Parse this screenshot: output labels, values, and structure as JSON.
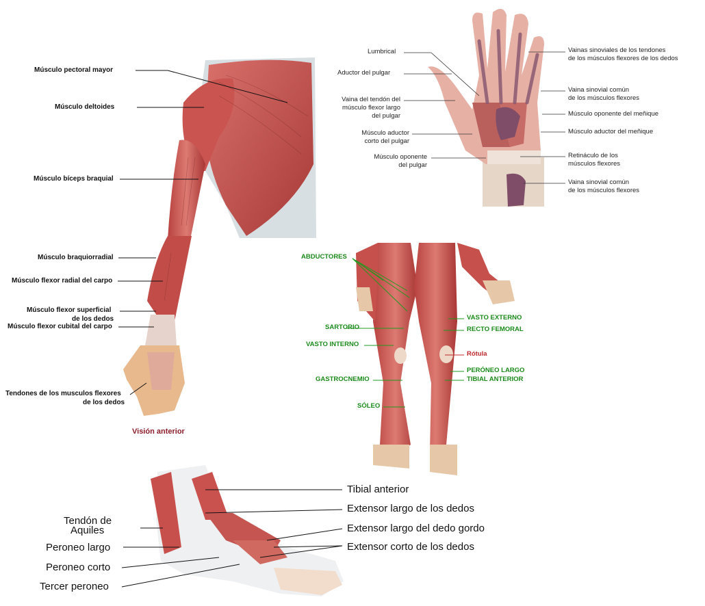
{
  "colors": {
    "muscle": "#c9524f",
    "muscle_dark": "#8e2b2c",
    "tendon": "#eeddd3",
    "skin": "#e8c39a",
    "sheath": "#8c5a70",
    "leg_label": "#1a8a1a",
    "rotula": "#c0282d",
    "caption": "#8b1e2a"
  },
  "arm": {
    "labels": [
      "Músculo pectoral mayor",
      "Músculo deltoides",
      "Músculo bíceps braquial",
      "Músculo braquiorradial",
      "Músculo flexor radial del carpo",
      "Músculo flexor superficial",
      "de los dedos",
      "Músculo flexor cubital del carpo",
      "Tendones de los musculos flexores",
      "de los dedos"
    ],
    "caption": "Visión anterior"
  },
  "hand": {
    "left_labels": [
      "Lumbrical",
      "Aductor del pulgar",
      "Vaina del tendón del",
      "músculo flexor largo",
      "del pulgar",
      "Músculo aductor",
      "corto del pulgar",
      "Músculo oponente",
      "del pulgar"
    ],
    "right_labels": [
      "Vainas sinoviales de los tendones",
      "de los músculos flexores de los dedos",
      "Vaina sinovial común",
      "de los músculos flexores",
      "Músculo oponente del meñique",
      "Músculo aductor del meñique",
      "Retináculo de los",
      "músculos flexores",
      "Vaina sinovial común",
      "de los músculos flexores"
    ]
  },
  "leg": {
    "labels": [
      "ABDUCTORES",
      "SARTORIO",
      "VASTO INTERNO",
      "GASTROCNEMIO",
      "SÓLEO",
      "VASTO EXTERNO",
      "RECTO FEMORAL",
      "Rótula",
      "PERÓNEO LARGO",
      "TIBIAL ANTERIOR"
    ]
  },
  "foot": {
    "left_labels": [
      "Tendón de",
      "Aquiles",
      "Peroneo largo",
      "Peroneo corto",
      "Tercer peroneo"
    ],
    "right_labels": [
      "Tibial anterior",
      "Extensor largo de los dedos",
      "Extensor largo del dedo gordo",
      "Extensor corto de los dedos"
    ]
  }
}
